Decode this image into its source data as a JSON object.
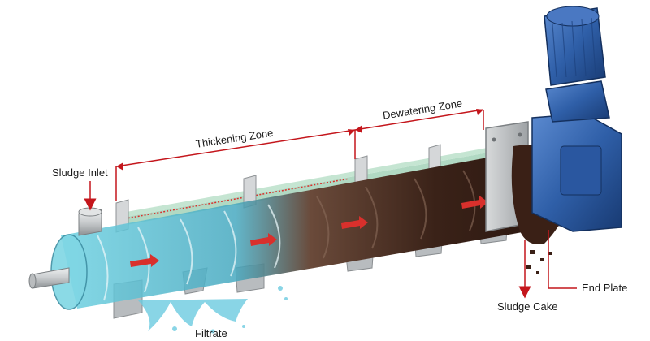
{
  "labels": {
    "sludge_inlet": "Sludge Inlet",
    "thickening_zone": "Thickening Zone",
    "dewatering_zone": "Dewatering Zone",
    "sludge_cake": "Sludge Cake",
    "end_plate": "End Plate",
    "filtrate": "Filtrate"
  },
  "colors": {
    "annotation_red": "#c4161c",
    "motor_blue": "#2f5fa8",
    "water_cyan": "#5fc6d8",
    "sludge_brown": "#4a2a1c",
    "steel": "#c9ccce"
  },
  "icons": {
    "motor": "gear-motor-icon",
    "flow": "flow-arrow-icon"
  }
}
